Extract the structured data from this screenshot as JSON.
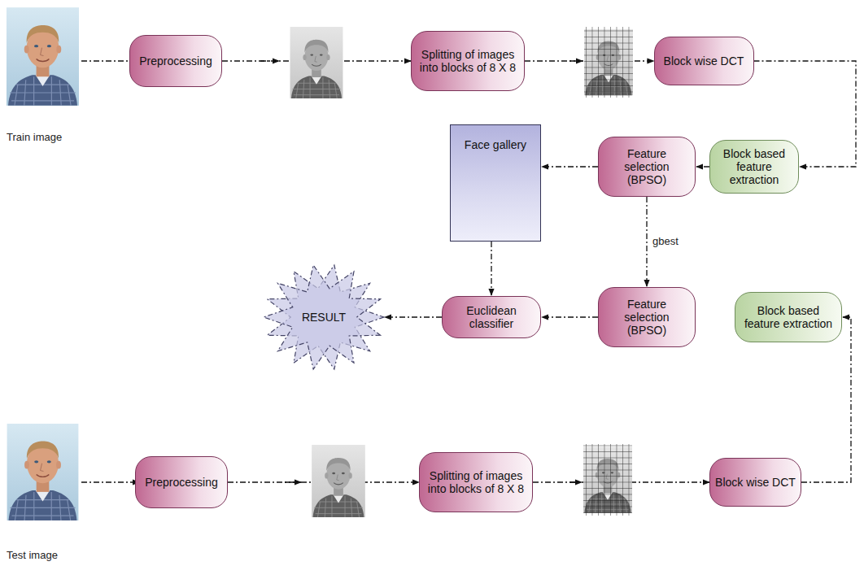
{
  "diagram": {
    "nodes": [
      {
        "text": [
          "Preprocessing"
        ]
      },
      {
        "text": [
          "Splitting of images into blocks of 8 X 8"
        ]
      },
      {
        "text": [
          "Block wise DCT"
        ]
      },
      {
        "text": [
          "Face gallery"
        ]
      },
      {
        "text": [
          "Feature selection (BPSO)"
        ]
      },
      {
        "text": [
          "Block based feature extraction"
        ]
      },
      {
        "text": [
          "RESULT"
        ]
      },
      {
        "text": [
          "Euclidean classifier"
        ]
      },
      {
        "text": [
          "Feature selection (BPSO)"
        ]
      },
      {
        "text": [
          "Block based feature extraction"
        ]
      },
      {
        "text": [
          "Preprocessing"
        ]
      },
      {
        "text": [
          "Splitting of images into blocks of 8 X 8"
        ]
      },
      {
        "text": [
          "Block wise DCT"
        ]
      }
    ],
    "edges": [
      {
        "from": 0,
        "to": 1,
        "arrow": "to"
      },
      {
        "from": 1,
        "to": 2,
        "arrow": "to"
      },
      {
        "from": 2,
        "to": 5,
        "arrow": "to"
      },
      {
        "from": 5,
        "to": 4,
        "arrow": "to"
      },
      {
        "from": 4,
        "to": 3,
        "arrow": "to"
      },
      {
        "from": 4,
        "to": 8,
        "label": "gbest",
        "arrow": "to"
      },
      {
        "from": 3,
        "to": 7,
        "arrow": "to"
      },
      {
        "from": 8,
        "to": 7,
        "arrow": "to"
      },
      {
        "from": 7,
        "to": 6,
        "arrow": "to"
      },
      {
        "from": 10,
        "to": 11,
        "arrow": "to"
      },
      {
        "from": 11,
        "to": 12,
        "arrow": "to"
      },
      {
        "from": 12,
        "to": 9,
        "arrow": "to"
      }
    ],
    "labels": [
      "Train image",
      "Test image"
    ]
  }
}
